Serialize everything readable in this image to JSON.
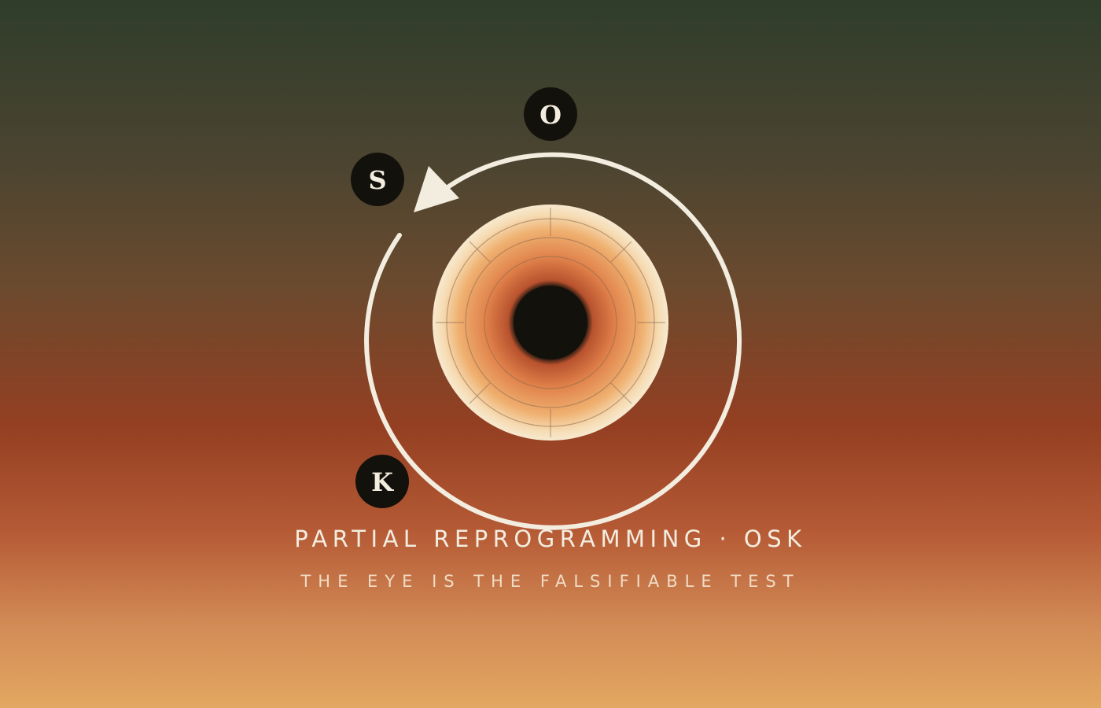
{
  "badges": {
    "top": "O",
    "left": "S",
    "bottom": "K"
  },
  "title": "PARTIAL REPROGRAMMING · OSK",
  "subtitle": "THE EYE IS THE FALSIFIABLE TEST",
  "colors": {
    "badge_fill": "#13110c",
    "ring": "#f3ede0",
    "pupil": "#13110c",
    "iris_inner": "#d9703e",
    "iris_outer": "#f6e6c6"
  }
}
